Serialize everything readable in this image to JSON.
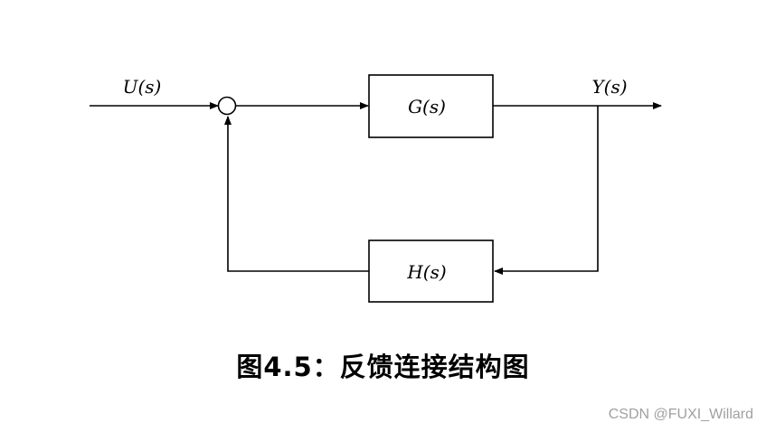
{
  "labels": {
    "input": "U(s)",
    "output": "Y(s)",
    "forward_block": "G(s)",
    "feedback_block": "H(s)"
  },
  "caption": "图4.5：反馈连接结构图",
  "watermark": "CSDN @FUXI_Willard"
}
